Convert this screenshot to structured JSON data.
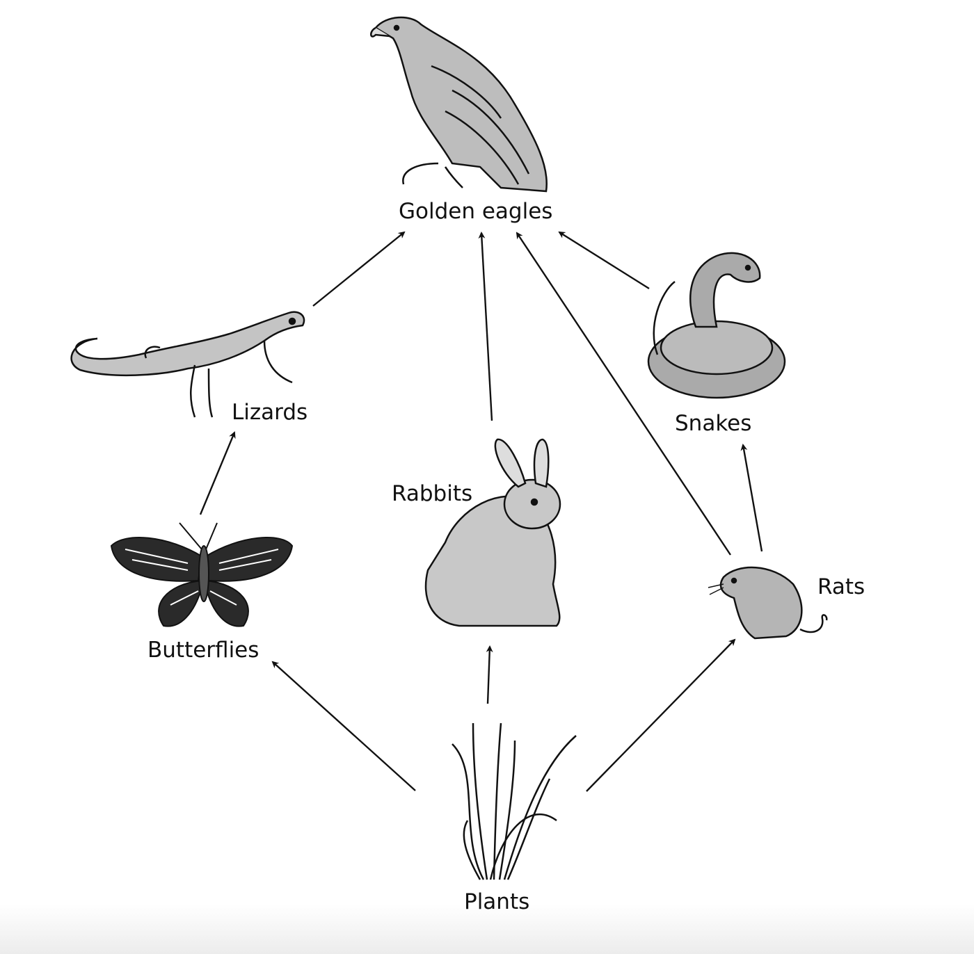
{
  "title": "Food web",
  "organisms": {
    "eagles": "Golden eagles",
    "lizards": "Lizards",
    "snakes": "Snakes",
    "rabbits": "Rabbits",
    "butterflies": "Butterflies",
    "rats": "Rats",
    "plants": "Plants"
  },
  "arrows": [
    {
      "from": "Plants",
      "to": "Butterflies"
    },
    {
      "from": "Plants",
      "to": "Rabbits"
    },
    {
      "from": "Plants",
      "to": "Rats"
    },
    {
      "from": "Butterflies",
      "to": "Lizards"
    },
    {
      "from": "Rats",
      "to": "Snakes"
    },
    {
      "from": "Lizards",
      "to": "Golden eagles"
    },
    {
      "from": "Rabbits",
      "to": "Golden eagles"
    },
    {
      "from": "Rats",
      "to": "Golden eagles"
    },
    {
      "from": "Snakes",
      "to": "Golden eagles"
    }
  ],
  "colors": {
    "fill": "#bdbdbd",
    "stroke": "#111111"
  }
}
